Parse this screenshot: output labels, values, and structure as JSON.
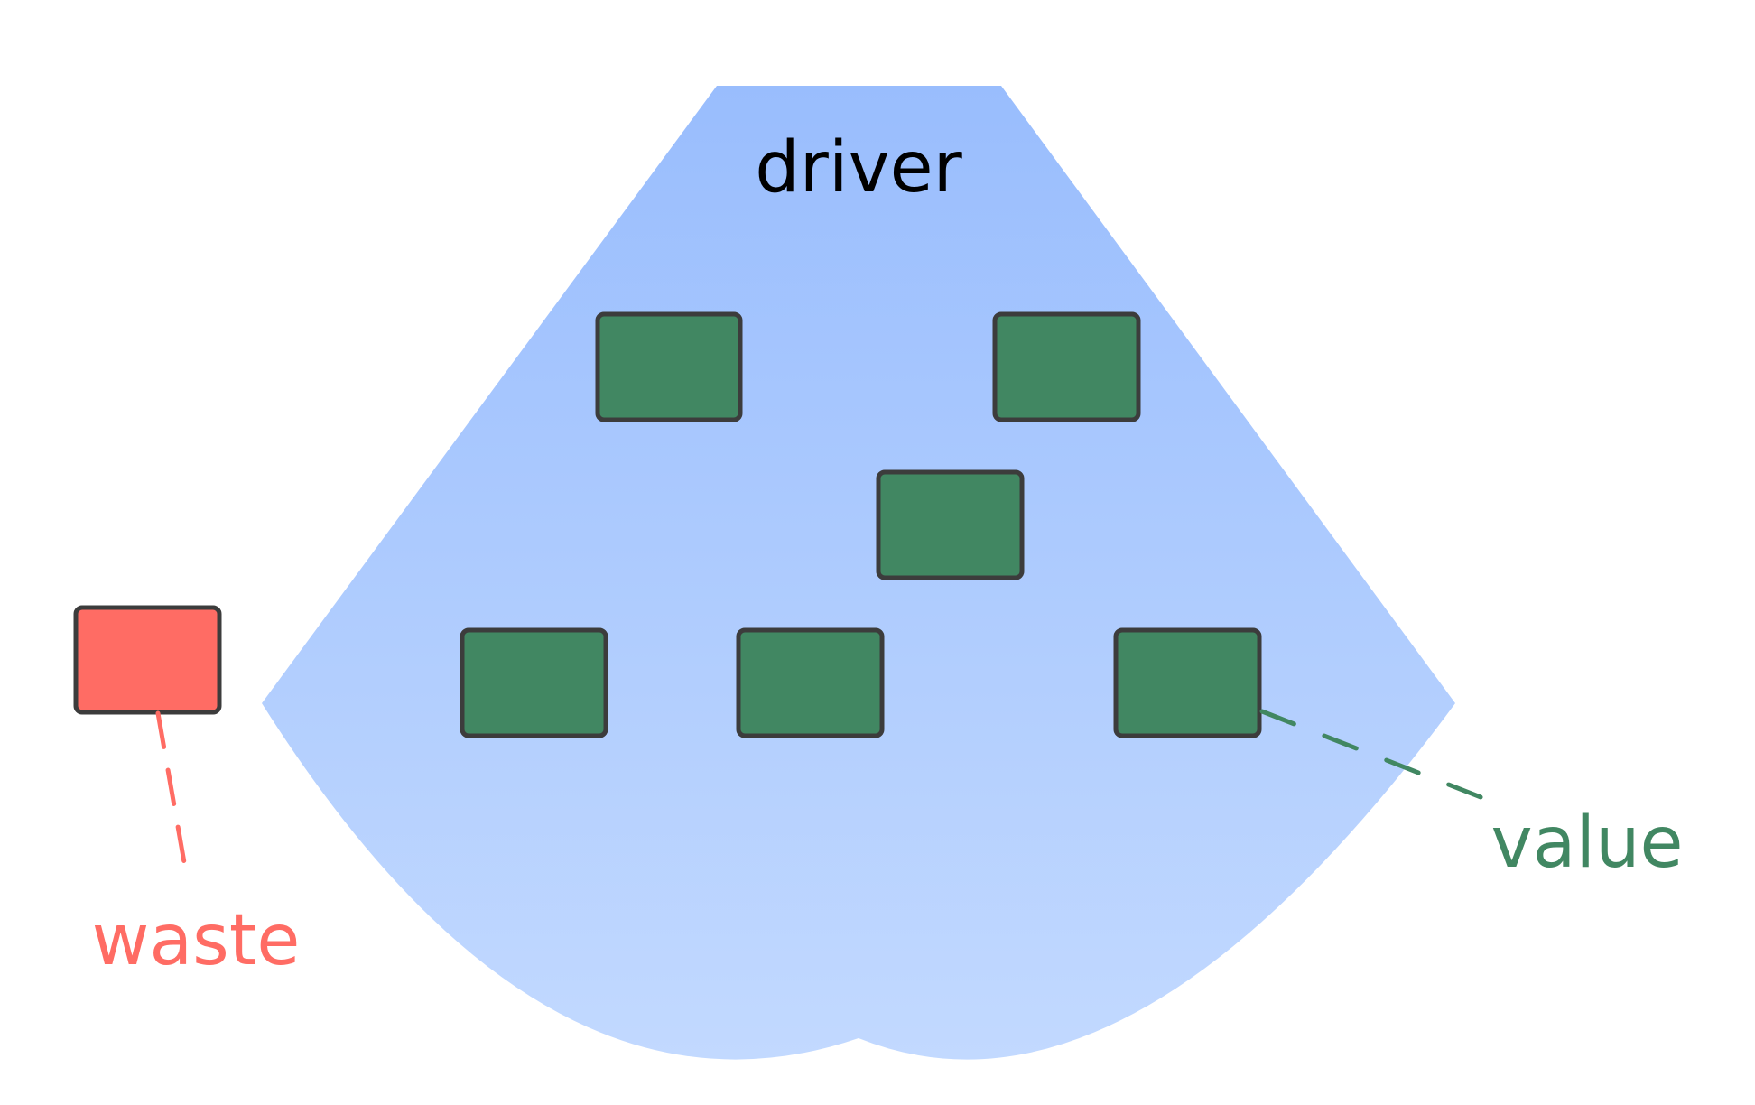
{
  "labels": {
    "driver": "driver",
    "waste": "waste",
    "value": "value"
  },
  "colors": {
    "field_top": "#99bdfd",
    "field_bottom": "#c2d9ff",
    "task_fill": "#418762",
    "task_stroke": "#3c3c3c",
    "waste_fill": "#ff6c64",
    "waste_text": "#ff6c64",
    "value_text": "#418762",
    "driver_text": "#000000"
  }
}
